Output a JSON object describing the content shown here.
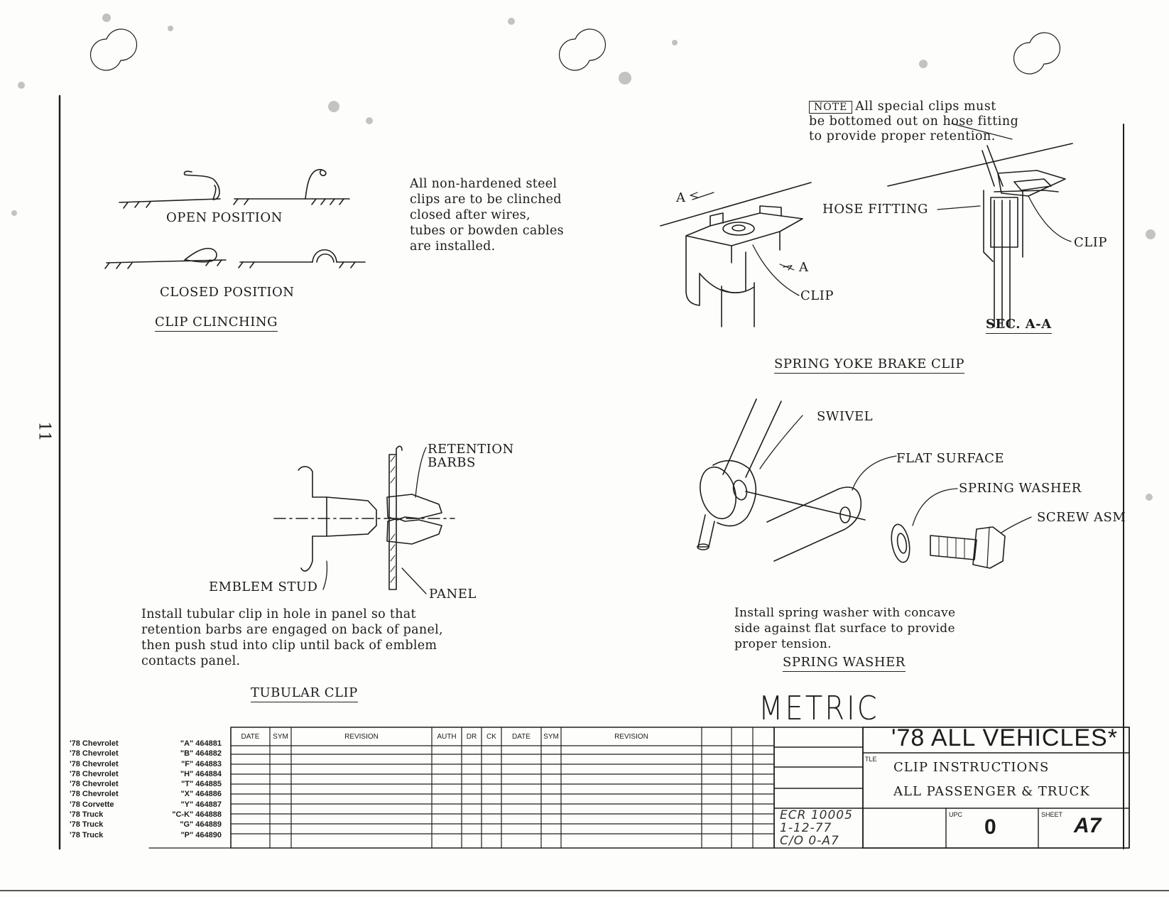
{
  "page_number": "11",
  "clip_clinching": {
    "open_label": "OPEN POSITION",
    "closed_label": "CLOSED POSITION",
    "title": "CLIP CLINCHING"
  },
  "nonhardened_note": "All non-hardened steel\nclips are to be clinched\nclosed after wires,\ntubes or bowden cables\nare installed.",
  "special_note": {
    "tag": "NOTE",
    "line1": "All special clips must",
    "line2": "be bottomed out on hose fitting",
    "line3": "to provide proper retention."
  },
  "spring_yoke": {
    "hose_fitting": "HOSE FITTING",
    "clip_label": "CLIP",
    "clip_label_2": "CLIP",
    "section_mark": "A",
    "section": "SEC. A-A",
    "title": "SPRING YOKE BRAKE CLIP"
  },
  "tubular": {
    "retention_line1": "RETENTION",
    "retention_line2": "BARBS",
    "emblem_stud": "EMBLEM STUD",
    "panel": "PANEL",
    "instruction": "Install tubular clip in hole in panel so that\nretention barbs are engaged on back of panel,\nthen push stud into clip until back of emblem\ncontacts panel.",
    "title": "TUBULAR CLIP"
  },
  "spring_washer": {
    "swivel": "SWIVEL",
    "flat_surface": "FLAT SURFACE",
    "spring_washer": "SPRING WASHER",
    "screw_asm": "SCREW ASM",
    "instruction": "Install spring washer with concave\nside against flat surface to provide\nproper tension.",
    "title": "SPRING WASHER"
  },
  "metric": "METRIC",
  "vehicles": [
    {
      "name": "'78 Chevrolet",
      "code": "\"A\" 464881"
    },
    {
      "name": "'78 Chevrolet",
      "code": "\"B\" 464882"
    },
    {
      "name": "'78 Chevrolet",
      "code": "\"F\" 464883"
    },
    {
      "name": "'78 Chevrolet",
      "code": "\"H\" 464884"
    },
    {
      "name": "'78 Chevrolet",
      "code": "\"T\" 464885"
    },
    {
      "name": "'78 Chevrolet",
      "code": "\"X\" 464886"
    },
    {
      "name": "'78 Corvette",
      "code": "\"Y\" 464887"
    },
    {
      "name": "'78 Truck",
      "code": "\"C-K\" 464888"
    },
    {
      "name": "'78 Truck",
      "code": "\"G\" 464889"
    },
    {
      "name": "'78 Truck",
      "code": "\"P\" 464890"
    }
  ],
  "revision_headers": {
    "date": "DATE",
    "sym": "SYM",
    "revision": "REVISION",
    "auth": "AUTH",
    "dr": "DR",
    "ck": "CK",
    "date2": "DATE",
    "sym2": "SYM",
    "revision2": "REVISION"
  },
  "title_block": {
    "vehicles": "'78 ALL VEHICLES*",
    "title_tag": "TLE",
    "line1": "CLIP INSTRUCTIONS",
    "line2": "ALL PASSENGER & TRUCK",
    "upc_label": "UPC",
    "upc": "0",
    "sheet_label": "SHEET",
    "sheet": "A7",
    "ecr_line1": "ECR 10005",
    "ecr_line2": "1-12-77",
    "ecr_line3": "C/O 0-A7"
  }
}
